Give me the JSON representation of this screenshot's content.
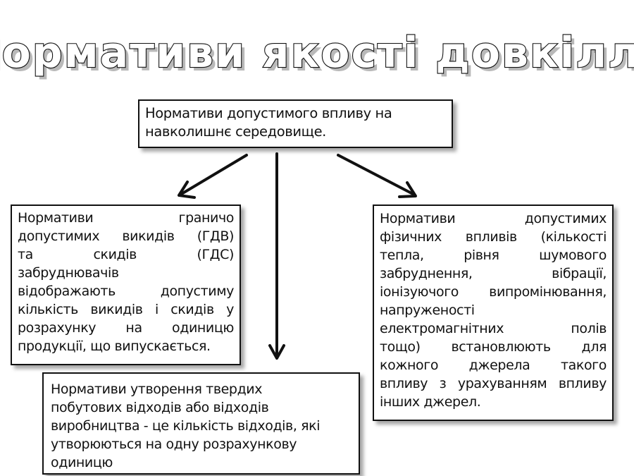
{
  "title": "Нормативи якості довкілля",
  "top_box": {
    "lines": [
      "Нормативи допустимого впливу на",
      "навколишнє середовище."
    ]
  },
  "left_box": {
    "lines": [
      "Нормативи граничо",
      "допустимих викидів (ГДВ)",
      "та скидів (ГДС)",
      "забруднювачів",
      "відображають допустиму",
      "кількість викидів і скидів у",
      "розрахунку на одиницю",
      "продукції, що випускається."
    ]
  },
  "bottom_box": {
    "lines": [
      "Нормативи утворення твердих",
      "побутових відходів або відходів",
      "виробництва - це кількість відходів, які",
      "утворюються на одну розрахункову",
      "одиницю"
    ]
  },
  "right_box": {
    "lines": [
      "Нормативи допустимих",
      "фізичних впливів (кількості",
      "тепла, рівня шумового",
      "забруднення, вібрації,",
      "іонізуючого випромінювання,",
      "напруженості",
      "електромагнітних полів",
      "тощо) встановлюють для",
      "кожного джерела такого",
      "впливу з урахуванням впливу",
      "інших джерел."
    ]
  },
  "colors": {
    "outline": "#111111",
    "title_shadow": "#b9b9b9"
  }
}
